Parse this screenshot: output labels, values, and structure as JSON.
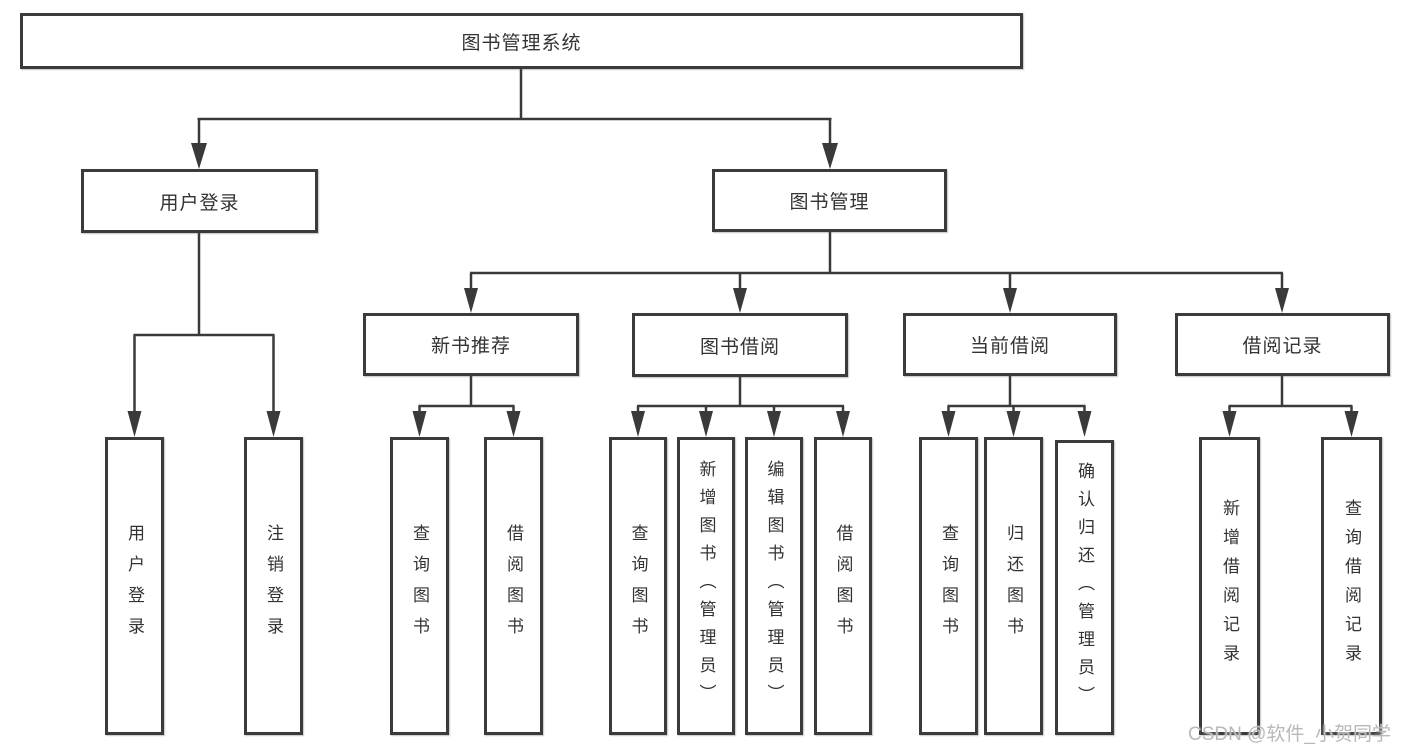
{
  "nodes": {
    "root": "图书管理系统",
    "user_login": "用户登录",
    "book_mgmt": "图书管理",
    "new_book_rec": "新书推荐",
    "book_borrow": "图书借阅",
    "current_borrow": "当前借阅",
    "borrow_records": "借阅记录",
    "leaf_user_login": "用户登录",
    "leaf_logout": "注销登录",
    "leaf_nbr_query_book": "查询图书",
    "leaf_nbr_borrow_book": "借阅图书",
    "leaf_bb_query_book": "查询图书",
    "leaf_bb_add_book": "新增图书（管理员）",
    "leaf_bb_edit_book": "编辑图书（管理员）",
    "leaf_bb_borrow_book": "借阅图书",
    "leaf_cb_query_book": "查询图书",
    "leaf_cb_return_book": "归还图书",
    "leaf_cb_confirm_return": "确认归还（管理员）",
    "leaf_br_add_record": "新增借阅记录",
    "leaf_br_query_record": "查询借阅记录"
  },
  "watermark": "CSDN @软件_小贺同学",
  "colors": {
    "line": "#3a3a3a",
    "box_border": "#3b3b3b",
    "text": "#333333",
    "watermark": "#b9b9b9",
    "background": "#ffffff"
  }
}
